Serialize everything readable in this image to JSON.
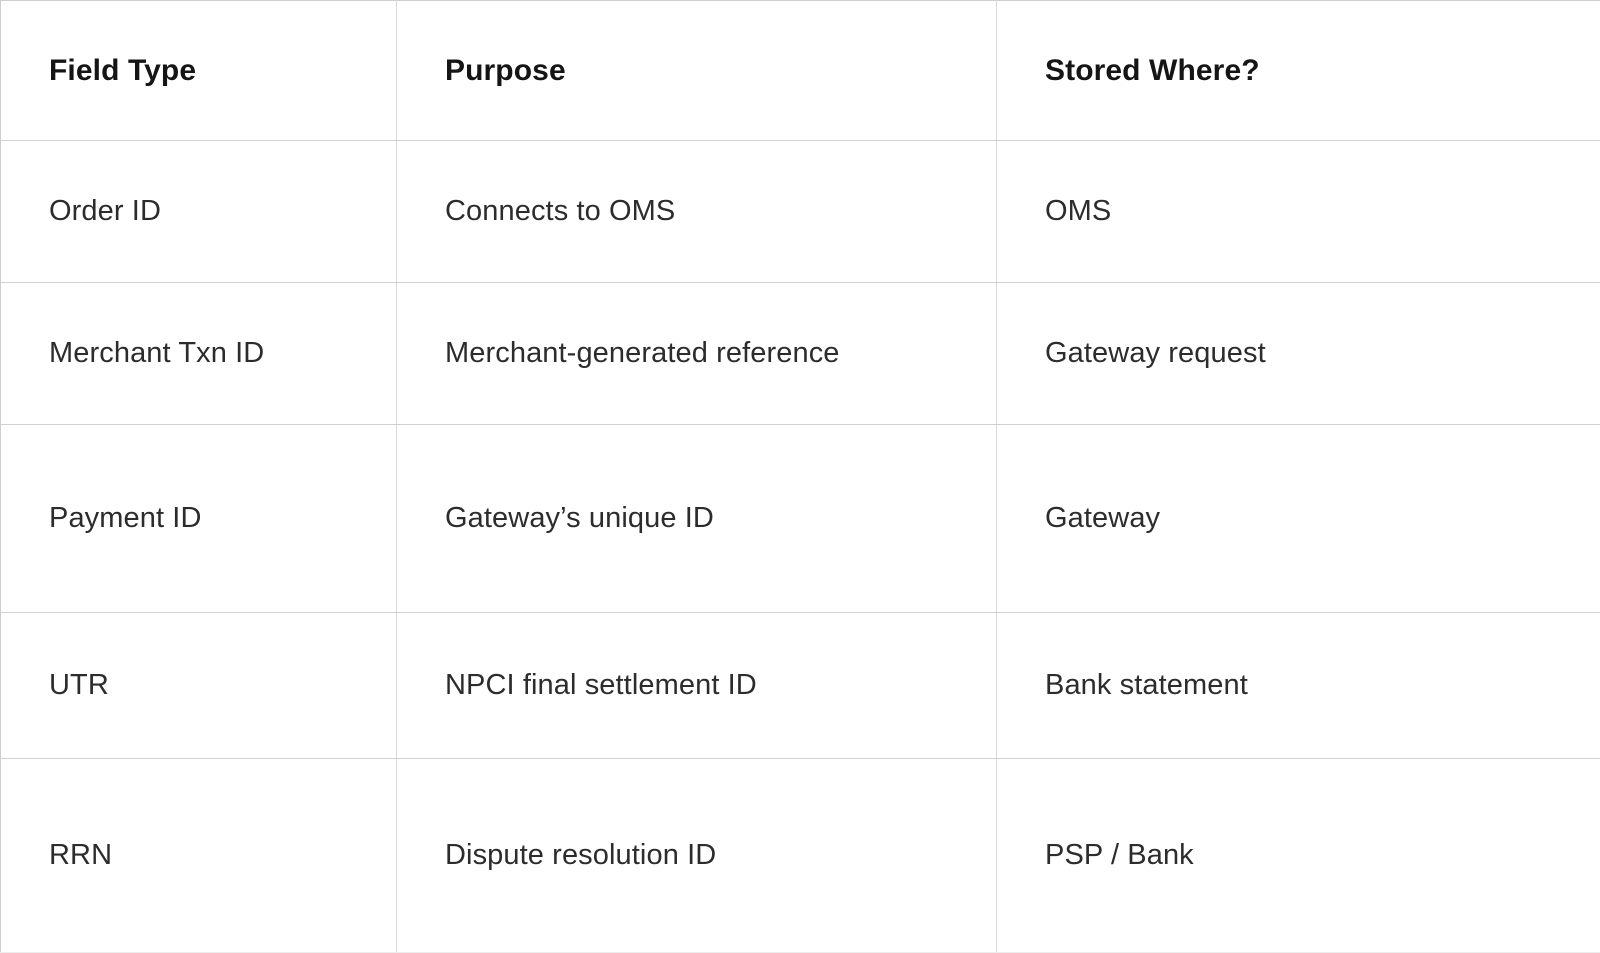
{
  "table": {
    "columns": [
      {
        "key": "field_type",
        "header": "Field Type"
      },
      {
        "key": "purpose",
        "header": "Purpose"
      },
      {
        "key": "stored_where",
        "header": "Stored Where?"
      }
    ],
    "rows": [
      {
        "field_type": "Order ID",
        "purpose": "Connects to OMS",
        "stored_where": "OMS"
      },
      {
        "field_type": "Merchant Txn ID",
        "purpose": "Merchant-generated reference",
        "stored_where": "Gateway request"
      },
      {
        "field_type": "Payment ID",
        "purpose": "Gateway’s unique ID",
        "stored_where": "Gateway"
      },
      {
        "field_type": "UTR",
        "purpose": "NPCI final settlement ID",
        "stored_where": "Bank statement"
      },
      {
        "field_type": "RRN",
        "purpose": "Dispute resolution ID",
        "stored_where": "PSP / Bank"
      }
    ]
  },
  "style": {
    "background": "#ffffff",
    "header_text_color": "#151515",
    "body_text_color": "#2c2c2c",
    "border_color": "#d5d5d5"
  }
}
